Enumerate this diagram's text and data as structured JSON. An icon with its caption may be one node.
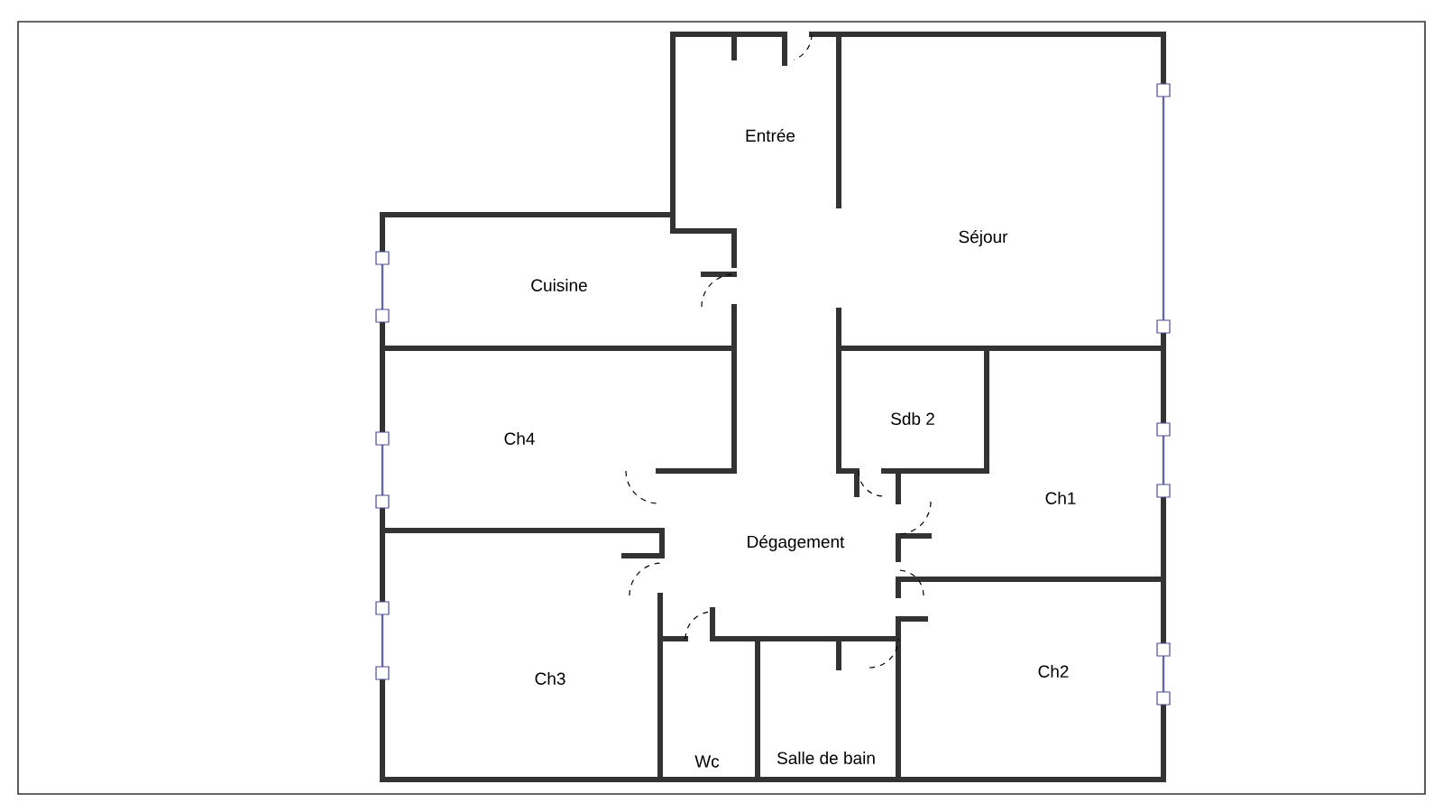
{
  "diagram": {
    "labels": [
      "Entrée",
      "Séjour",
      "Cuisine",
      "Ch4",
      "Sdb 2",
      "Ch1",
      "Dégagement",
      "Ch3",
      "Ch2",
      "Wc",
      "Salle de bain"
    ]
  }
}
